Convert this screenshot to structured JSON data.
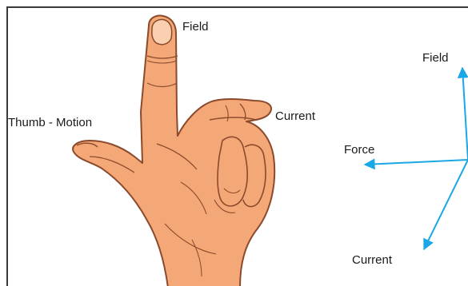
{
  "labels": {
    "hand_field": "Field",
    "hand_current": "Current",
    "hand_thumb": "Thumb - Motion",
    "axis_field": "Field",
    "axis_force": "Force",
    "axis_current": "Current"
  },
  "colors": {
    "skin": "#f4a877",
    "skin_outline": "#8b4a2b",
    "arrow": "#1aa7e6",
    "frame": "#3a3a3a"
  }
}
